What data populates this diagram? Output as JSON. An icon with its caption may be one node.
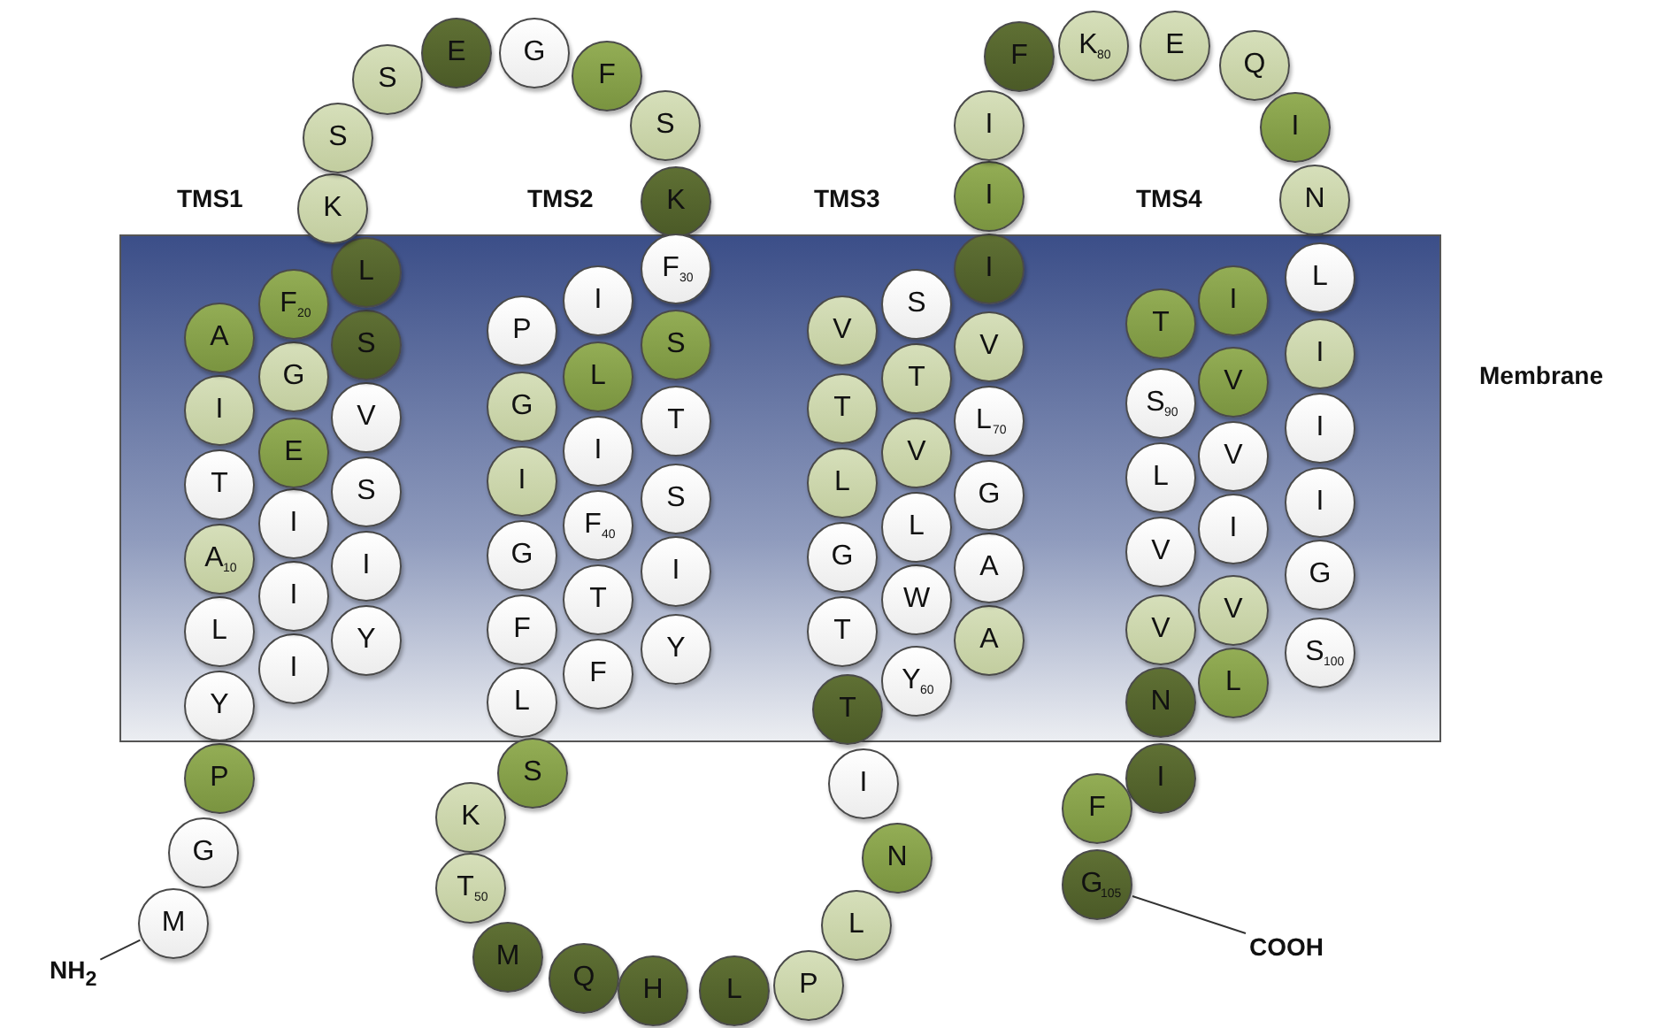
{
  "diagram": {
    "nodes": [
      {
        "text": [
          "M"
        ]
      },
      {
        "text": [
          "G"
        ]
      },
      {
        "text": [
          "P"
        ]
      },
      {
        "text": [
          "Y"
        ]
      },
      {
        "text": [
          "I"
        ]
      },
      {
        "text": [
          "Y"
        ]
      },
      {
        "text": [
          "L"
        ]
      },
      {
        "text": [
          "I"
        ]
      },
      {
        "text": [
          "I"
        ]
      },
      {
        "text": [
          "A",
          "10"
        ]
      },
      {
        "text": [
          "I"
        ]
      },
      {
        "text": [
          "S"
        ]
      },
      {
        "text": [
          "T"
        ]
      },
      {
        "text": [
          "E"
        ]
      },
      {
        "text": [
          "V"
        ]
      },
      {
        "text": [
          "I"
        ]
      },
      {
        "text": [
          "G"
        ]
      },
      {
        "text": [
          "S"
        ]
      },
      {
        "text": [
          "A"
        ]
      },
      {
        "text": [
          "F",
          "20"
        ]
      },
      {
        "text": [
          "L"
        ]
      },
      {
        "text": [
          "K"
        ]
      },
      {
        "text": [
          "S"
        ]
      },
      {
        "text": [
          "S"
        ]
      },
      {
        "text": [
          "E"
        ]
      },
      {
        "text": [
          "G"
        ]
      },
      {
        "text": [
          "F"
        ]
      },
      {
        "text": [
          "S"
        ]
      },
      {
        "text": [
          "K"
        ]
      },
      {
        "text": [
          "F",
          "30"
        ]
      },
      {
        "text": [
          "I"
        ]
      },
      {
        "text": [
          "P"
        ]
      },
      {
        "text": [
          "S"
        ]
      },
      {
        "text": [
          "L"
        ]
      },
      {
        "text": [
          "G"
        ]
      },
      {
        "text": [
          "T"
        ]
      },
      {
        "text": [
          "I"
        ]
      },
      {
        "text": [
          "I"
        ]
      },
      {
        "text": [
          "S"
        ]
      },
      {
        "text": [
          "F",
          "40"
        ]
      },
      {
        "text": [
          "G"
        ]
      },
      {
        "text": [
          "I"
        ]
      },
      {
        "text": [
          "T"
        ]
      },
      {
        "text": [
          "F"
        ]
      },
      {
        "text": [
          "Y"
        ]
      },
      {
        "text": [
          "F"
        ]
      },
      {
        "text": [
          "L"
        ]
      },
      {
        "text": [
          "S"
        ]
      },
      {
        "text": [
          "K"
        ]
      },
      {
        "text": [
          "T",
          "50"
        ]
      },
      {
        "text": [
          "M"
        ]
      },
      {
        "text": [
          "Q"
        ]
      },
      {
        "text": [
          "H"
        ]
      },
      {
        "text": [
          "L"
        ]
      },
      {
        "text": [
          "P"
        ]
      },
      {
        "text": [
          "L"
        ]
      },
      {
        "text": [
          "N"
        ]
      },
      {
        "text": [
          "I"
        ]
      },
      {
        "text": [
          "T"
        ]
      },
      {
        "text": [
          "Y",
          "60"
        ]
      },
      {
        "text": [
          "A"
        ]
      },
      {
        "text": [
          "T"
        ]
      },
      {
        "text": [
          "W"
        ]
      },
      {
        "text": [
          "A"
        ]
      },
      {
        "text": [
          "G"
        ]
      },
      {
        "text": [
          "L"
        ]
      },
      {
        "text": [
          "G"
        ]
      },
      {
        "text": [
          "L"
        ]
      },
      {
        "text": [
          "V"
        ]
      },
      {
        "text": [
          "L",
          "70"
        ]
      },
      {
        "text": [
          "T"
        ]
      },
      {
        "text": [
          "T"
        ]
      },
      {
        "text": [
          "V"
        ]
      },
      {
        "text": [
          "V"
        ]
      },
      {
        "text": [
          "S"
        ]
      },
      {
        "text": [
          "I"
        ]
      },
      {
        "text": [
          "I"
        ]
      },
      {
        "text": [
          "I"
        ]
      },
      {
        "text": [
          "F"
        ]
      },
      {
        "text": [
          "K",
          "80"
        ]
      },
      {
        "text": [
          "E"
        ]
      },
      {
        "text": [
          "Q"
        ]
      },
      {
        "text": [
          "I"
        ]
      },
      {
        "text": [
          "N"
        ]
      },
      {
        "text": [
          "L"
        ]
      },
      {
        "text": [
          "I"
        ]
      },
      {
        "text": [
          "T"
        ]
      },
      {
        "text": [
          "I"
        ]
      },
      {
        "text": [
          "V"
        ]
      },
      {
        "text": [
          "S",
          "90"
        ]
      },
      {
        "text": [
          "I"
        ]
      },
      {
        "text": [
          "V"
        ]
      },
      {
        "text": [
          "L"
        ]
      },
      {
        "text": [
          "I"
        ]
      },
      {
        "text": [
          "I"
        ]
      },
      {
        "text": [
          "V"
        ]
      },
      {
        "text": [
          "G"
        ]
      },
      {
        "text": [
          "V"
        ]
      },
      {
        "text": [
          "V"
        ]
      },
      {
        "text": [
          "S",
          "100"
        ]
      },
      {
        "text": [
          "L"
        ]
      },
      {
        "text": [
          "N"
        ]
      },
      {
        "text": [
          "I"
        ]
      },
      {
        "text": [
          "F"
        ]
      },
      {
        "text": [
          "G",
          "105"
        ]
      },
      {
        "text": [
          "NH$_{2}$"
        ]
      },
      {
        "text": [
          "COOH"
        ]
      }
    ],
    "edges": [
      {
        "from": 105,
        "to": 0,
        "arrow": "none"
      },
      {
        "from": 106,
        "to": 104,
        "arrow": "none"
      }
    ],
    "labels": [
      "TMS1",
      "TMS2",
      "TMS3",
      "TMS4",
      "Membrane"
    ]
  }
}
